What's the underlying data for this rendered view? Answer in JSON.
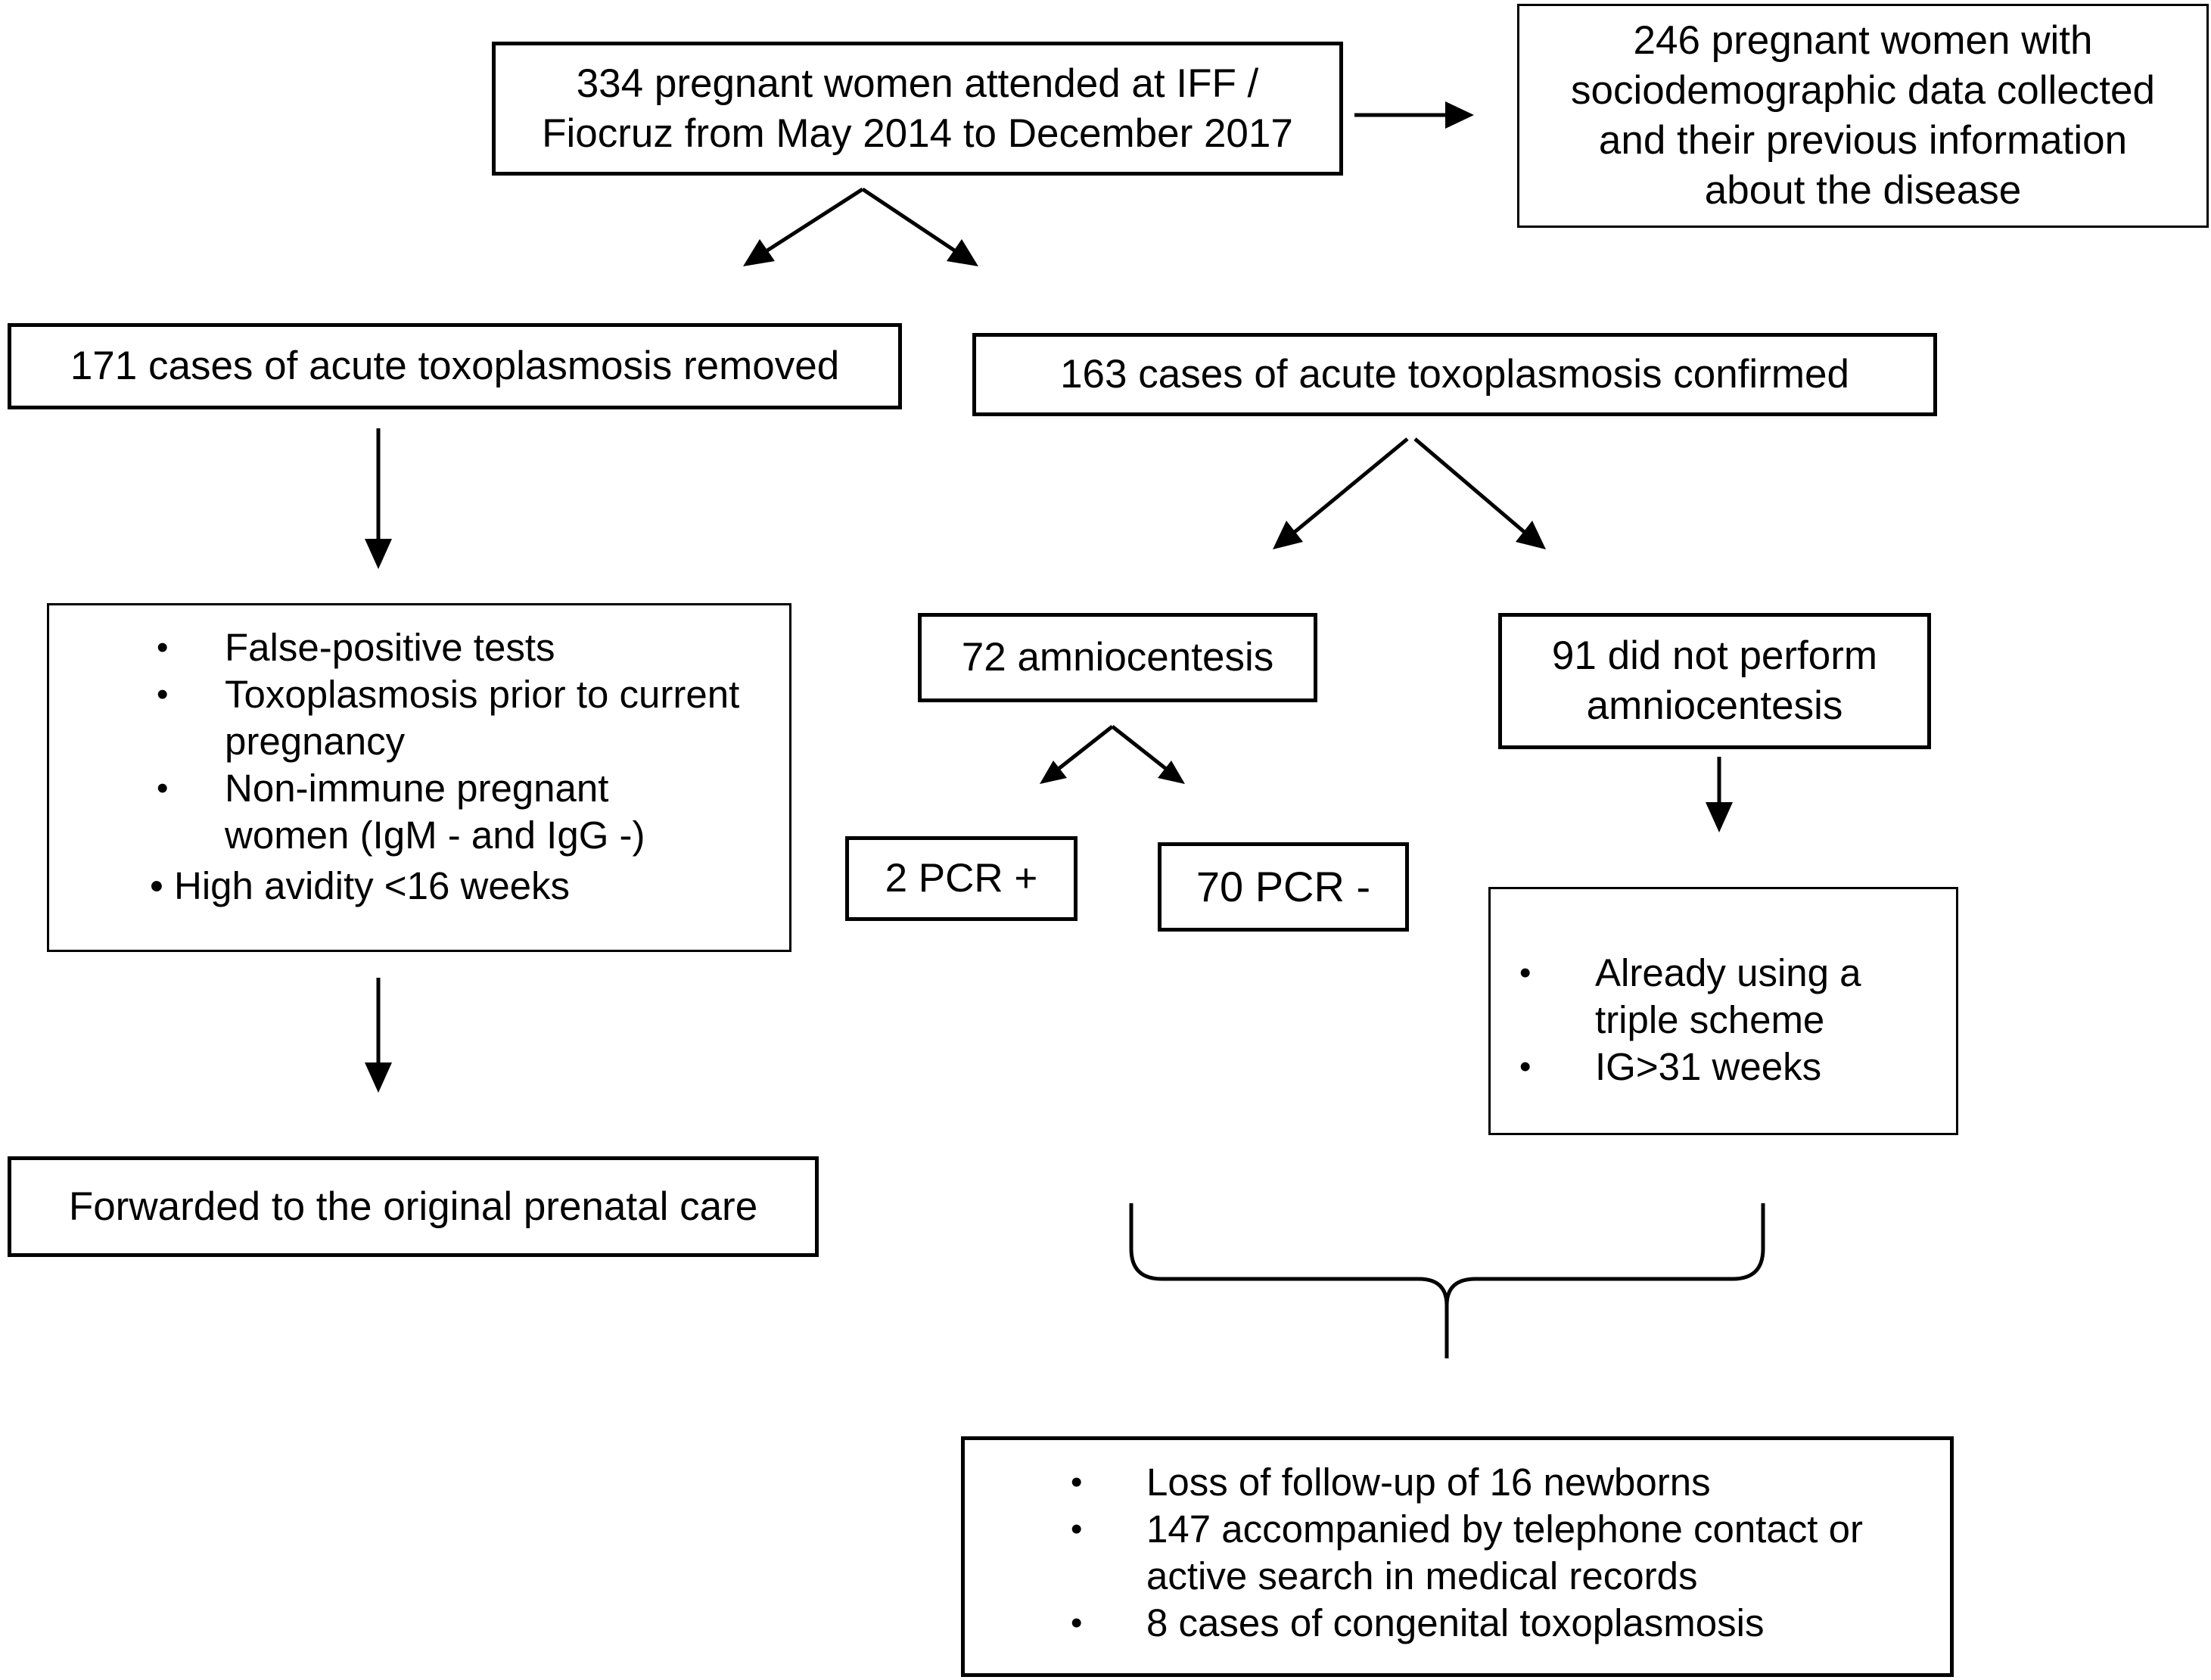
{
  "nodes": {
    "total": {
      "lines": [
        "334 pregnant women attended at IFF /",
        "Fiocruz from May 2014 to December 2017"
      ]
    },
    "sociodemographic": {
      "lines": [
        "246 pregnant women with",
        "sociodemographic data collected",
        "and their previous information",
        "about the disease"
      ]
    },
    "removed": {
      "text": "171 cases of acute toxoplasmosis removed"
    },
    "confirmed": {
      "text": "163 cases of acute toxoplasmosis confirmed"
    },
    "removed_reasons": {
      "items": [
        {
          "lines": [
            "False-positive tests"
          ]
        },
        {
          "lines": [
            "Toxoplasmosis prior to current",
            "pregnancy"
          ]
        },
        {
          "lines": [
            "Non-immune pregnant",
            "women (IgM - and IgG -)"
          ]
        }
      ],
      "extra": "• High avidity <16 weeks"
    },
    "forwarded": {
      "text": "Forwarded to the original prenatal care"
    },
    "amniocentesis": {
      "text": "72 amniocentesis"
    },
    "no_amniocentesis": {
      "lines": [
        "91 did not perform",
        "amniocentesis"
      ]
    },
    "pcr_positive": {
      "text": "2 PCR +"
    },
    "pcr_negative": {
      "text": "70 PCR -"
    },
    "no_amnio_reasons": {
      "items": [
        {
          "lines": [
            "Already using a",
            "triple scheme"
          ]
        },
        {
          "lines": [
            "IG>31 weeks"
          ]
        }
      ]
    },
    "outcomes": {
      "items": [
        {
          "lines": [
            "Loss of follow-up of 16 newborns"
          ]
        },
        {
          "lines": [
            "147 accompanied by telephone contact or",
            "active search in medical records"
          ]
        },
        {
          "lines": [
            "8 cases of congenital toxoplasmosis"
          ]
        }
      ]
    }
  },
  "bullet_glyph": "•"
}
